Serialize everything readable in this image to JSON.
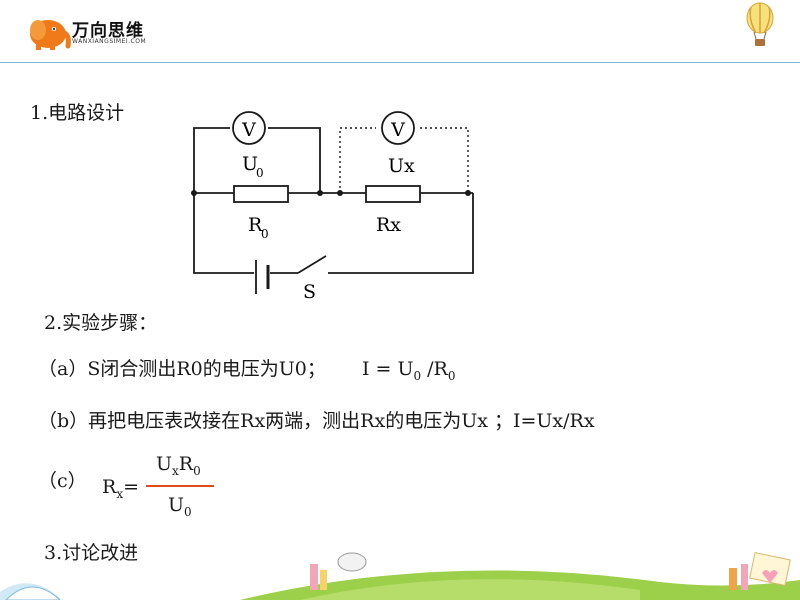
{
  "brand": {
    "name": "万向思维",
    "sub": "WANXIANGSIMEI.COM"
  },
  "section1": {
    "title": "1.电路设计"
  },
  "circuit": {
    "v1": "V",
    "u0_main": "U",
    "u0_sub": "0",
    "v2": "V",
    "ux": "Ux",
    "r0_main": "R",
    "r0_sub": "0",
    "rx": "Rx",
    "switch": "S"
  },
  "section2": {
    "title": "2.实验步骤："
  },
  "steps": {
    "a_text": "（a）S闭合测出R0的电压为U0；",
    "a_formula_main": "I = U",
    "a_formula_sub1": "0",
    "a_formula_mid": " /R",
    "a_formula_sub2": "0",
    "b_text": "（b）再把电压表改接在Rx两端，测出Rx的电压为Ux ；I=Ux/Rx",
    "c_label": "（c）",
    "c_lhs_main": "R",
    "c_lhs_sub": "x",
    "c_lhs_eq": "=",
    "c_num_u": "U",
    "c_num_usub": "x",
    "c_num_r": "R",
    "c_num_rsub": "0",
    "c_den_main": "U",
    "c_den_sub": "0"
  },
  "section3": {
    "title": "3.讨论改进"
  },
  "colors": {
    "accent_rule": "#7fb8d8",
    "fraction_bar": "#e04a1c",
    "logo_orange": "#f07a1a",
    "grass": "#9ccf4a"
  }
}
